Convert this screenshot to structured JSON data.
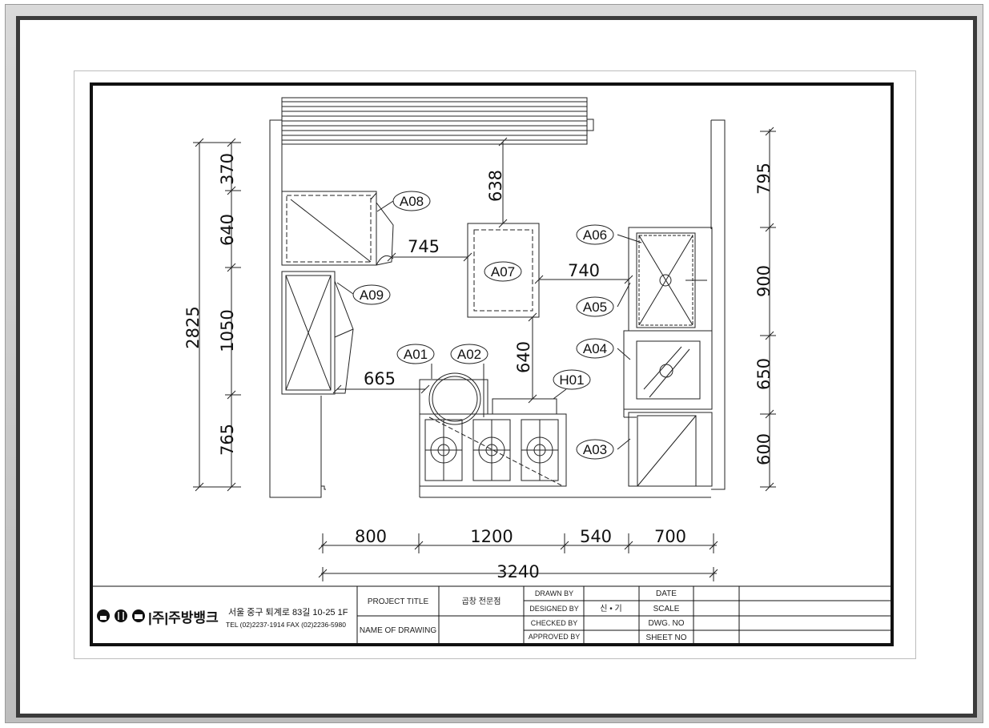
{
  "drawing": {
    "dimensions": {
      "left": [
        "370",
        "640",
        "1050",
        "765"
      ],
      "total_left": "2825",
      "right": [
        "795",
        "900",
        "650",
        "600"
      ],
      "bottom": [
        "800",
        "1200",
        "540",
        "700"
      ],
      "total_bottom": "3240",
      "interior": {
        "d638": "638",
        "d745": "745",
        "d740": "740",
        "d665": "665",
        "d640": "640"
      }
    },
    "equipment_tags": [
      "A08",
      "A07",
      "A09",
      "A06",
      "A05",
      "A04",
      "A01",
      "A02",
      "H01",
      "A03"
    ]
  },
  "title_block": {
    "company": "|주|주방뱅크",
    "address": "서울 중구 퇴계로 83길 10-25 1F",
    "contact": "TEL (02)2237-1914 FAX (02)2236-5980",
    "project_title_label": "PROJECT TITLE",
    "project_title_value": "곱창 전문점",
    "name_of_drawing_label": "NAME OF DRAWING",
    "drawn_by_label": "DRAWN BY",
    "designed_by_label": "DESIGNED BY",
    "designed_by_value": "신 • 기",
    "checked_by_label": "CHECKED BY",
    "approved_by_label": "APPROVED BY",
    "date_label": "DATE",
    "scale_label": "SCALE",
    "dwg_no_label": "DWG. NO",
    "sheet_no_label": "SHEET NO"
  }
}
